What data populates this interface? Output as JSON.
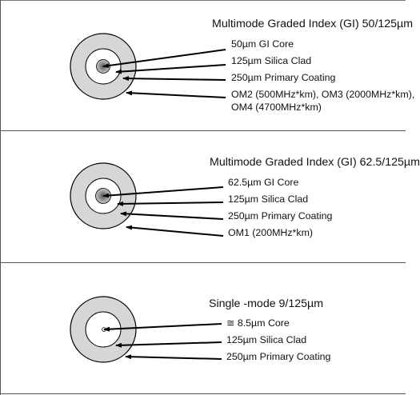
{
  "colors": {
    "coating": "#d6d6d6",
    "clad": "#ffffff",
    "core_light": "#c6c6c6",
    "core_dark": "#555555",
    "arrow": "#000000",
    "divider": "#555555"
  },
  "panels": [
    {
      "title": "Multimode Graded Index (GI) 50/125µm",
      "labels": [
        "50µm GI Core",
        "125µm Silica Clad",
        "250µm Primary Coating",
        "OM2 (500MHz*km), OM3 (2000MHz*km),",
        "OM4 (4700MHz*km)"
      ]
    },
    {
      "title": "Multimode Graded Index (GI) 62.5/125µm",
      "labels": [
        "62.5µm GI Core",
        "125µm Silica Clad",
        "250µm Primary Coating",
        "OM1 (200MHz*km)"
      ]
    },
    {
      "title": "Single -mode 9/125µm",
      "labels": [
        "≅ 8.5µm Core",
        "125µm Silica Clad",
        "250µm Primary Coating"
      ]
    }
  ]
}
